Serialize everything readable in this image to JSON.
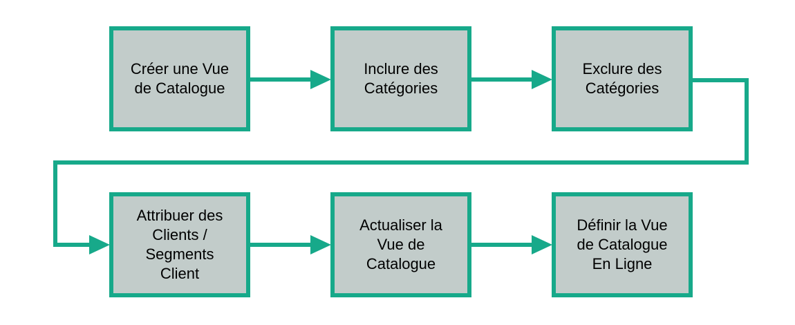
{
  "colors": {
    "accent": "#17a98a",
    "box_fill": "#c2ccca",
    "text": "#000000",
    "background": "#ffffff"
  },
  "boxes": [
    {
      "id": "create-catalogue-view",
      "label": "Créer une Vue\nde Catalogue"
    },
    {
      "id": "include-categories",
      "label": "Inclure des\nCatégories"
    },
    {
      "id": "exclude-categories",
      "label": "Exclure des\nCatégories"
    },
    {
      "id": "assign-customers-segments",
      "label": "Attribuer des\nClients /\nSegments\nClient"
    },
    {
      "id": "update-catalogue-view",
      "label": "Actualiser la\nVue de\nCatalogue"
    },
    {
      "id": "set-catalogue-view-online",
      "label": "Définir la Vue\nde Catalogue\nEn Ligne"
    }
  ],
  "flow": [
    {
      "from": "create-catalogue-view",
      "to": "include-categories"
    },
    {
      "from": "include-categories",
      "to": "exclude-categories"
    },
    {
      "from": "exclude-categories",
      "to": "assign-customers-segments"
    },
    {
      "from": "assign-customers-segments",
      "to": "update-catalogue-view"
    },
    {
      "from": "update-catalogue-view",
      "to": "set-catalogue-view-online"
    }
  ]
}
